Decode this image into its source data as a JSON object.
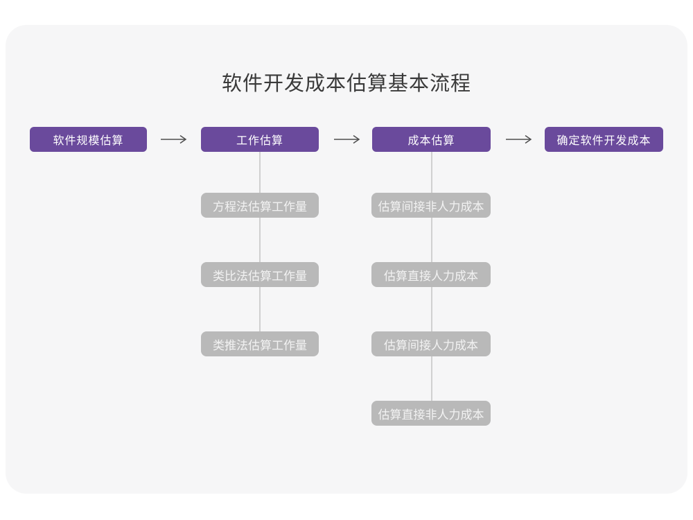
{
  "title": "软件开发成本估算基本流程",
  "colors": {
    "card_background": "#f6f6f7",
    "main_node_fill": "#6a4a9c",
    "main_node_text": "#ffffff",
    "sub_node_fill": "#b9b9b9",
    "sub_node_text": "#f2f2f2",
    "arrow_stroke": "#4d4d4d",
    "connector_line": "#d0d0d0",
    "title_text": "#3a3a3a"
  },
  "flow": {
    "main_nodes": [
      {
        "label": "软件规模估算"
      },
      {
        "label": "工作估算"
      },
      {
        "label": "成本估算"
      },
      {
        "label": "确定软件开发成本"
      }
    ],
    "work_estimation_methods": [
      "方程法估算工作量",
      "类比法估算工作量",
      "类推法估算工作量"
    ],
    "cost_estimation_steps": [
      "估算间接非人力成本",
      "估算直接人力成本",
      "估算间接人力成本",
      "估算直接非人力成本"
    ]
  }
}
